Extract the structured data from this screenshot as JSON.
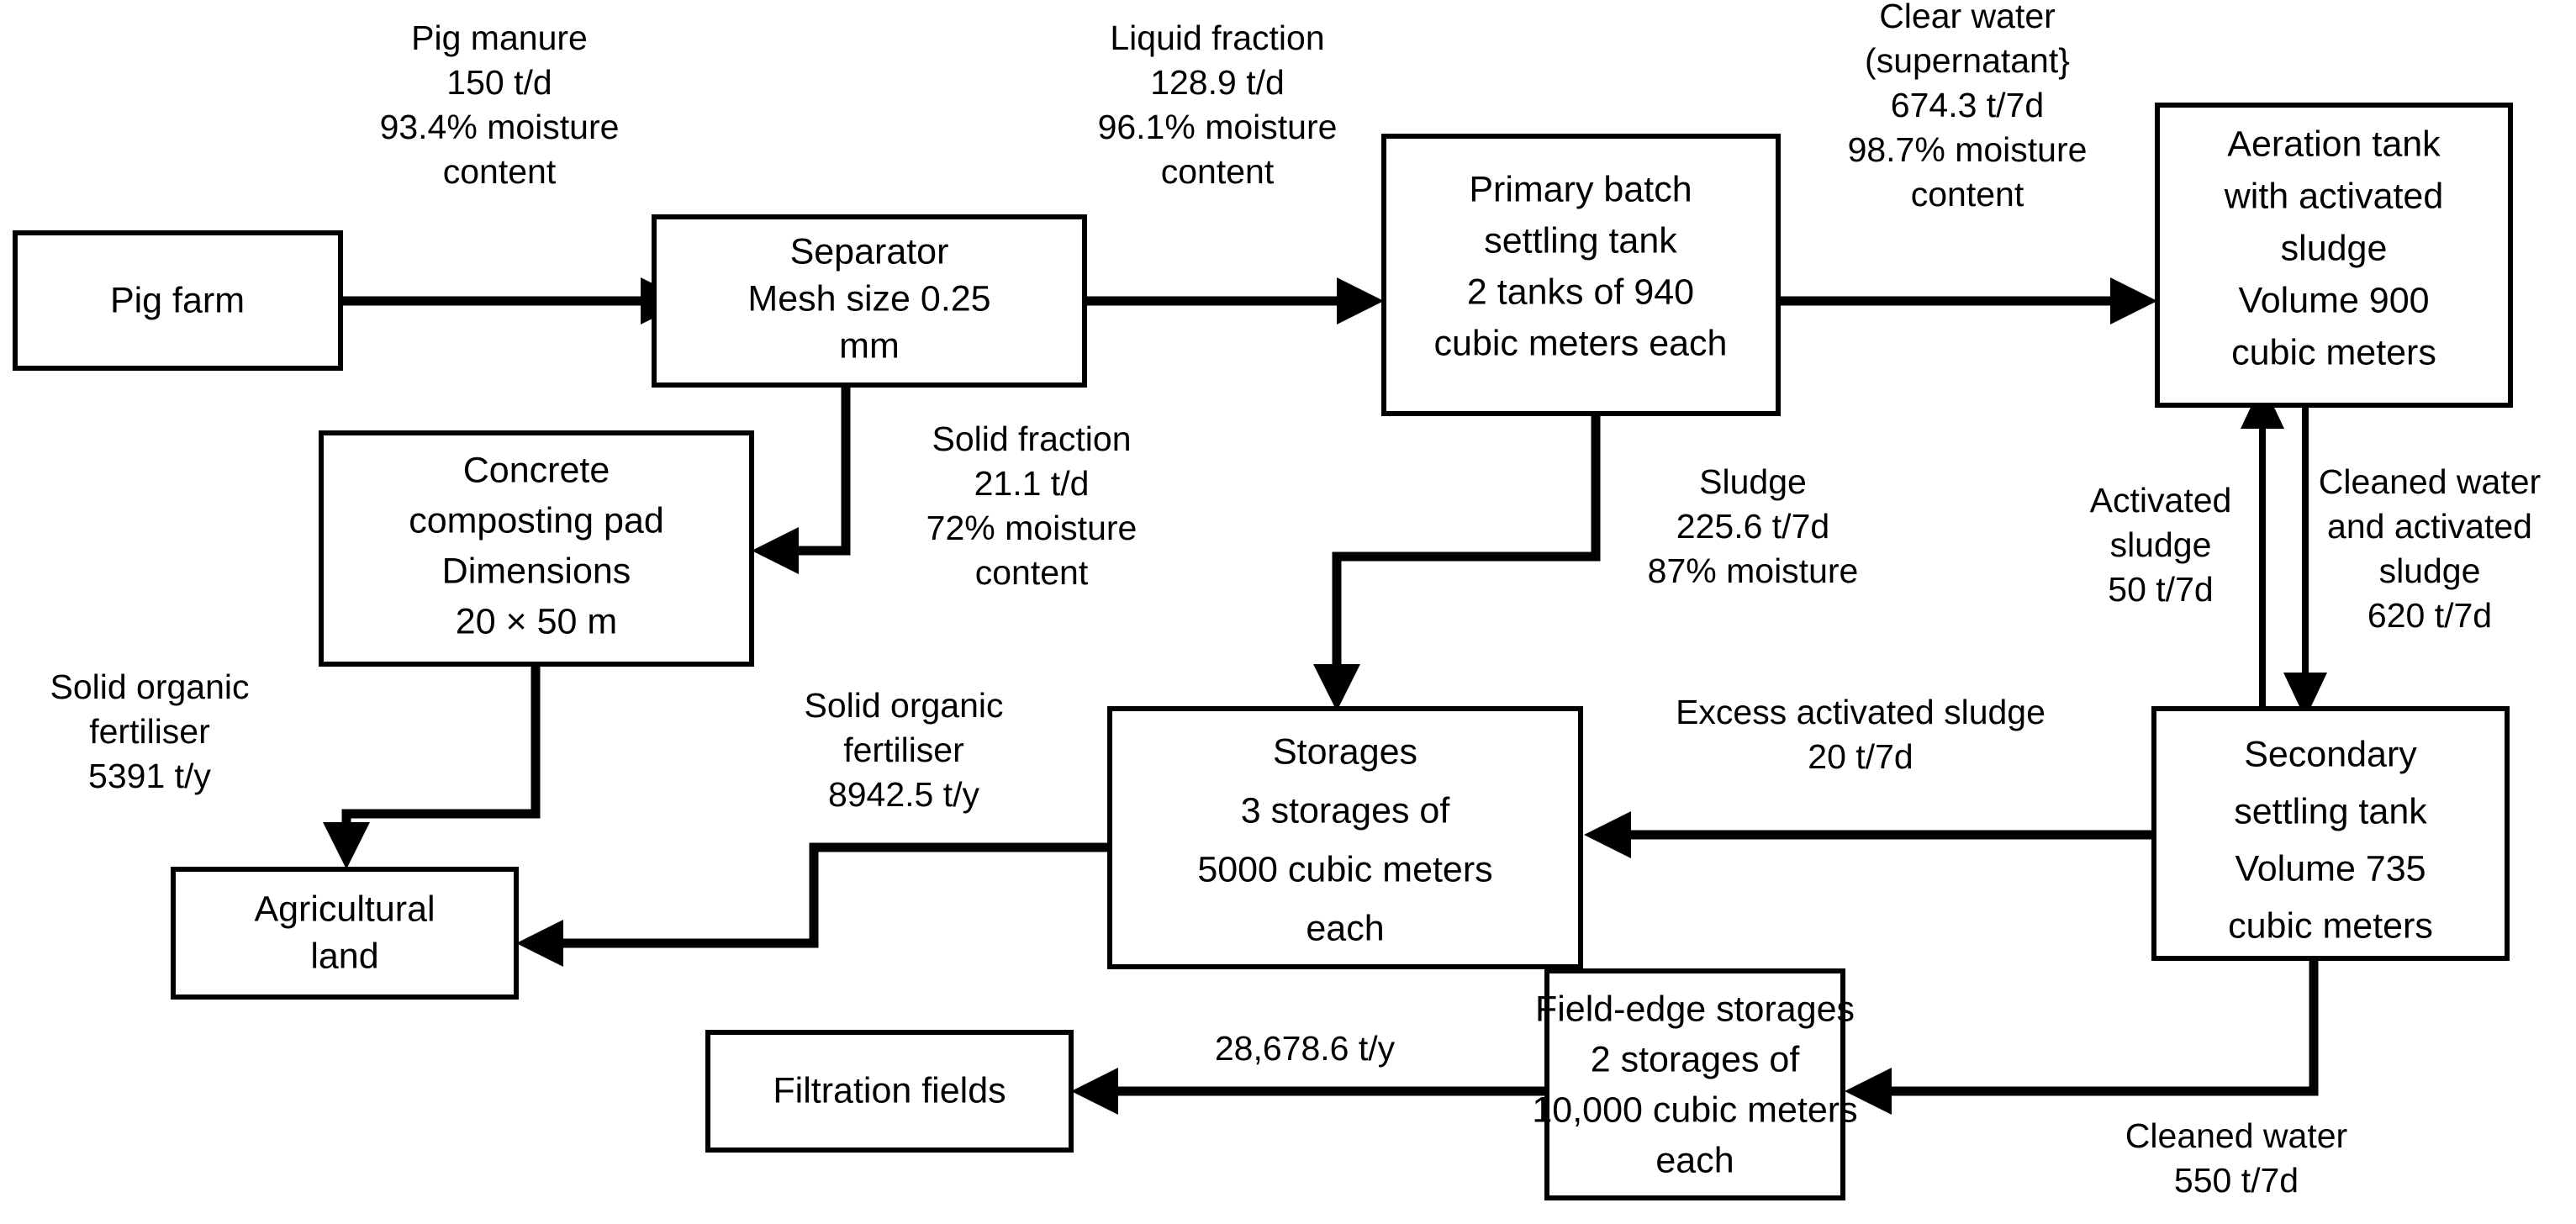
{
  "diagram": {
    "title": "Pig manure processing flow diagram",
    "background_color": "#ffffff",
    "line_color": "#000000",
    "text_color": "#000000",
    "nodes": [
      {
        "id": "pig-farm",
        "lines": [
          "Pig farm"
        ]
      },
      {
        "id": "separator",
        "lines": [
          "Separator",
          "Mesh size 0.25",
          "mm"
        ]
      },
      {
        "id": "primary-settling",
        "lines": [
          "Primary batch",
          "settling tank",
          "2 tanks of 940",
          "cubic meters each"
        ]
      },
      {
        "id": "aeration-tank",
        "lines": [
          "Aeration tank",
          "with activated",
          "sludge",
          "Volume 900",
          "cubic meters"
        ]
      },
      {
        "id": "composting-pad",
        "lines": [
          "Concrete",
          "composting pad",
          "Dimensions",
          "20 × 50 m"
        ]
      },
      {
        "id": "storages",
        "lines": [
          "Storages",
          "3 storages of",
          "5000 cubic meters",
          "each"
        ]
      },
      {
        "id": "secondary-settling",
        "lines": [
          "Secondary",
          "settling tank",
          "Volume 735",
          "cubic meters"
        ]
      },
      {
        "id": "agricultural-land",
        "lines": [
          "Agricultural",
          "land"
        ]
      },
      {
        "id": "field-edge-storages",
        "lines": [
          "Field-edge storages",
          "2 storages of",
          "10,000 cubic meters",
          "each"
        ]
      },
      {
        "id": "filtration-fields",
        "lines": [
          "Filtration fields"
        ]
      }
    ],
    "edge_labels": [
      {
        "id": "pig-manure",
        "lines": [
          "Pig manure",
          "150 t/d",
          "93.4% moisture",
          "content"
        ]
      },
      {
        "id": "liquid-fraction",
        "lines": [
          "Liquid fraction",
          "128.9 t/d",
          "96.1% moisture",
          "content"
        ]
      },
      {
        "id": "clear-water",
        "lines": [
          "Clear water",
          "(supernatant}",
          "674.3 t/7d",
          "98.7% moisture",
          "content"
        ]
      },
      {
        "id": "solid-fraction",
        "lines": [
          "Solid fraction",
          "21.1 t/d",
          "72% moisture",
          "content"
        ]
      },
      {
        "id": "sludge",
        "lines": [
          "Sludge",
          "225.6 t/7d",
          "87% moisture"
        ]
      },
      {
        "id": "activated-sludge",
        "lines": [
          "Activated",
          "sludge",
          "50 t/7d"
        ]
      },
      {
        "id": "cleaned-water-activated",
        "lines": [
          "Cleaned water",
          "and activated",
          "sludge",
          "620 t/7d"
        ]
      },
      {
        "id": "excess-activated-sludge",
        "lines": [
          "Excess activated sludge",
          "20 t/7d"
        ]
      },
      {
        "id": "solid-organic-fert-1",
        "lines": [
          "Solid organic",
          "fertiliser",
          "5391 t/y"
        ]
      },
      {
        "id": "solid-organic-fert-2",
        "lines": [
          "Solid organic",
          "fertiliser",
          "8942.5 t/y"
        ]
      },
      {
        "id": "field-edge-output",
        "lines": [
          "28,678.6 t/y"
        ]
      },
      {
        "id": "cleaned-water",
        "lines": [
          "Cleaned water",
          "550 t/7d"
        ]
      }
    ]
  }
}
